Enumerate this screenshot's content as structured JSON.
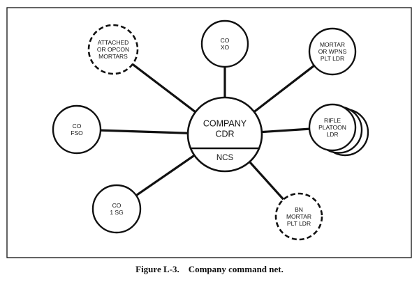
{
  "center": {
    "top_lines": [
      "COMPANY",
      "CDR"
    ],
    "bottom_label": "NCS"
  },
  "nodes": [
    {
      "id": "attached-opcon-mortars",
      "lines": [
        "ATTACHED",
        "OR OPCON",
        "MORTARS"
      ],
      "style": "dashed"
    },
    {
      "id": "co-xo",
      "lines": [
        "CO",
        "XO"
      ],
      "style": "solid"
    },
    {
      "id": "mortar-wpns-plt-ldr",
      "lines": [
        "MORTAR",
        "OR WPNS",
        "PLT LDR"
      ],
      "style": "solid"
    },
    {
      "id": "co-fso",
      "lines": [
        "CO",
        "FSO"
      ],
      "style": "solid"
    },
    {
      "id": "rifle-platoon-ldr",
      "lines": [
        "RIFLE",
        "PLATOON",
        "LDR"
      ],
      "style": "stacked"
    },
    {
      "id": "co-1sg",
      "lines": [
        "CO",
        "1 SG"
      ],
      "style": "solid"
    },
    {
      "id": "bn-mortar-plt-ldr",
      "lines": [
        "BN",
        "MORTAR",
        "PLT LDR"
      ],
      "style": "dashed"
    }
  ],
  "caption": {
    "prefix": "Figure L-3.",
    "text": "Company command net."
  }
}
